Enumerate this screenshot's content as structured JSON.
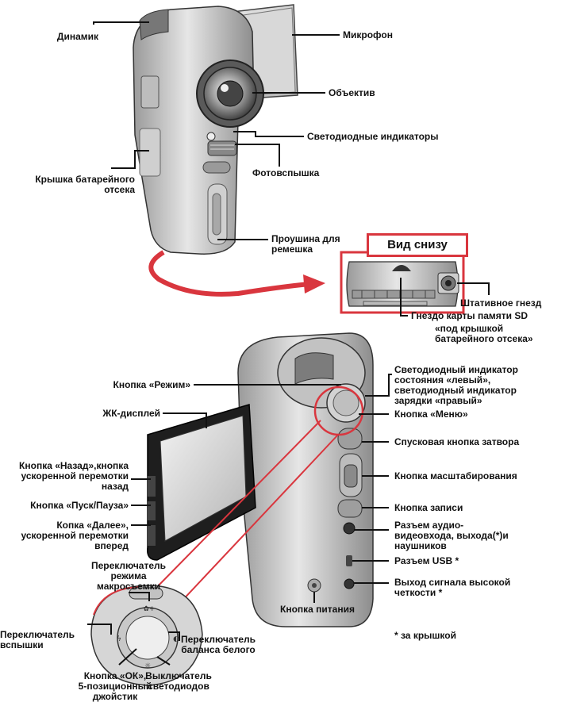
{
  "top_labels": {
    "speaker": "Динамик",
    "microphone": "Микрофон",
    "lens": "Объектив",
    "led_indicators": "Светодиодные индикаторы",
    "flash": "Фотовспышка",
    "battery_cover": "Крышка батарейного\nотсека",
    "strap_eyelet": "Проушина для\nремешка"
  },
  "bottom_view": {
    "title": "Вид снизу",
    "tripod": "Штативное гнезд",
    "sd_slot": "Гнездо карты памяти SD",
    "sd_note": "«под крышкой\nбатарейного отсека»"
  },
  "front_labels": {
    "mode_button": "Кнопка «Режим»",
    "lcd": "ЖК-дисплей",
    "back_button": "Кнопка «Назад»,кнопка\nускоренной перемотки\nназад",
    "play_pause": "Кнопка «Пуск/Пауза»",
    "next_button": "Копка «Далее»,\nускоренной перемотки\nвперед",
    "macro_switch": "Переключатель\nрежима\nмакросъемки",
    "flash_switch": "Переключатель\nвспышки",
    "white_balance": "Переключатель\nбаланса белого",
    "ok_button": "Кнопка «ОК»,\n5-позиционный\nджойстик",
    "led_switch": "Выключатель\nсветодиодов",
    "status_led": "Светодиодный индикатор\nсостояния «левый»,\nсветодиодный индикатор\nзарядки «правый»",
    "menu_button": "Кнопка «Меню»",
    "shutter": "Спусковая кнопка затвора",
    "zoom": "Кнопка масштабирования",
    "record": "Кнопка записи",
    "av_jack": "Разъем аудио-\nвидеовхода, выхода(*)и\nнаушников",
    "usb": "Разъем USB *",
    "hd_out": "Выход сигнала высокой\nчеткости *",
    "power": "Кнопка питания",
    "footnote": "* за крышкой"
  },
  "colors": {
    "accent": "#d9363e",
    "body": "#c9c9c9",
    "dark": "#3a3a3a",
    "line": "#111111"
  }
}
